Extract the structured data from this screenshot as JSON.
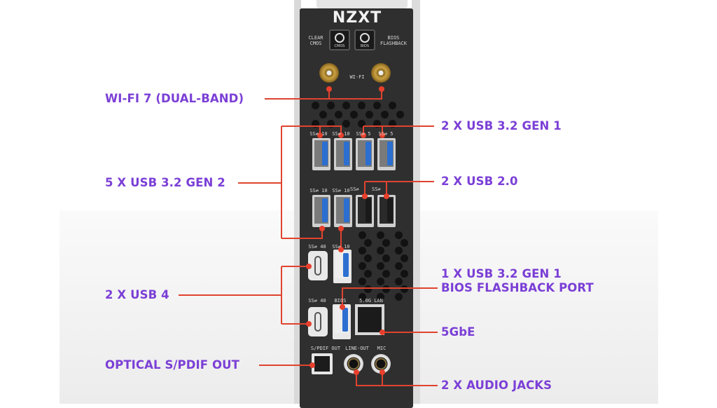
{
  "brand": "NZXT",
  "accent_color": "#7b3fd6",
  "leader_color": "#e0432f",
  "io_panel": {
    "buttons": [
      {
        "side_label": "CLEAR\nCMOS",
        "button_text": "CMOS",
        "icon": "refresh-icon"
      },
      {
        "side_label": "BIOS\nFLASHBACK",
        "button_text": "BIOS",
        "icon": "bios-flashback-icon"
      }
    ],
    "wifi_label": "WI-FI",
    "usb_row1_labels": [
      "SS⇄ 10",
      "SS⇄ 10",
      "SS⇄ 5",
      "SS⇄ 5"
    ],
    "usb_row2_labels": [
      "SS⇄ 10",
      "SS⇄ 10",
      "SS⇄",
      "SS⇄"
    ],
    "usbc_labels": [
      "SS⇄ 40",
      "SS⇄ 40"
    ],
    "usb_a_extra_label": "SS⇄ 10",
    "bios_label": "BIOS",
    "lan_label": "5.0G LAN",
    "audio_labels": [
      "S/PDIF OUT",
      "LINE-OUT",
      "MIC"
    ]
  },
  "callouts": {
    "wifi": "WI-FI 7 (DUAL-BAND)",
    "usb_gen2": "5 X USB 3.2 GEN 2",
    "usb_gen1": "2 X USB 3.2 GEN 1",
    "usb2": "2 X USB 2.0",
    "usb4": "2 X USB 4",
    "bios_port_line1": "1 X USB 3.2 GEN 1",
    "bios_port_line2": "BIOS FLASHBACK PORT",
    "lan": "5GbE",
    "spdif": "OPTICAL S/PDIF OUT",
    "audio": "2 X AUDIO JACKS"
  }
}
